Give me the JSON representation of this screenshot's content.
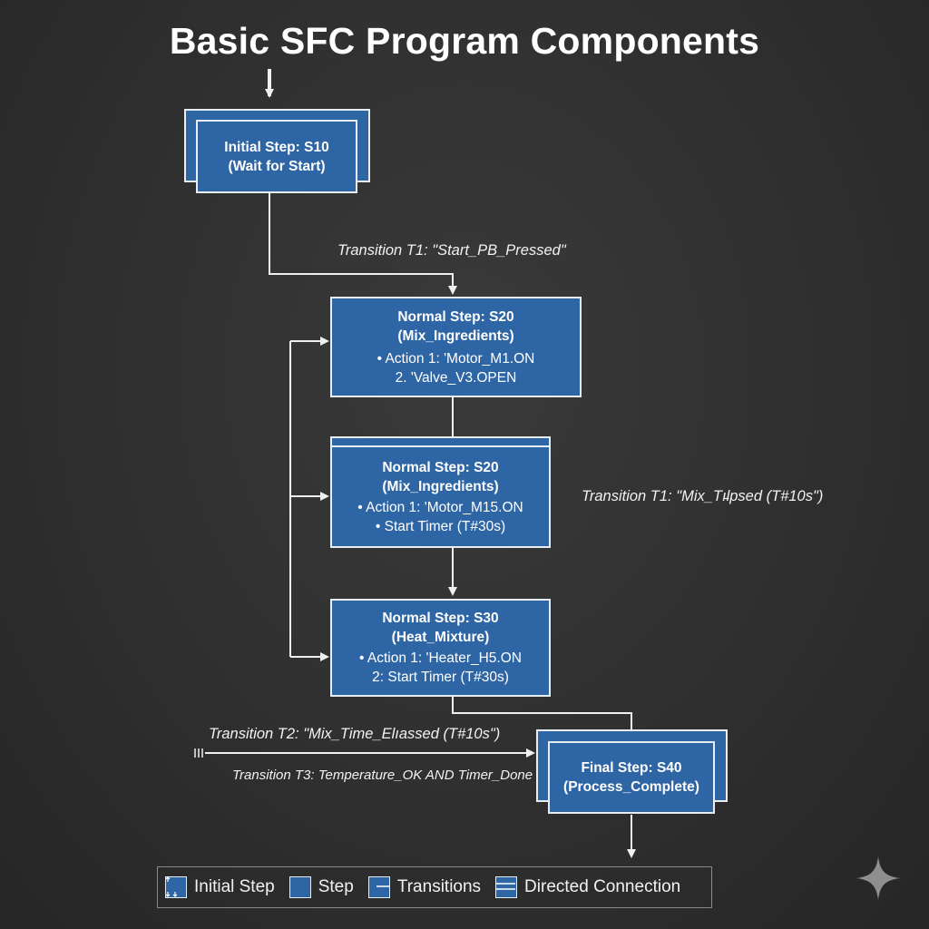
{
  "title": "Basic SFC Program Components",
  "steps": {
    "s10": {
      "name": "Initial Step: S10",
      "line2": "(Wait for Start)"
    },
    "s20a": {
      "name": "Normal Step: S20",
      "line2": "(Mix_Ingredients)",
      "actions": [
        "• Action 1: 'Motor_M1.ON",
        "2. 'Valve_V3.OPEN"
      ]
    },
    "s20b": {
      "name": "Normal Step: S20",
      "line2": "(Mix_Ingredients)",
      "actions": [
        "• Action 1: 'Motor_M15.ON",
        "• Start Timer (T#30s)"
      ]
    },
    "s30": {
      "name": "Normal Step: S30",
      "line2": "(Heat_Mixture)",
      "actions": [
        "• Action 1: 'Heater_H5.ON",
        "2: Start Timer (T#30s)"
      ]
    },
    "s40": {
      "name": "Final Step: S40",
      "line2": "(Process_Complete)"
    }
  },
  "transitions": {
    "t1_top": "Transition T1: \"Start_PB_Pressed\"",
    "t1_right": "Transition T1: \"Mix_Tı̵lpsed (T#10s\")",
    "t2": "Transition T2: \"Mix_Time_Elıassed (T#10s\")",
    "t3": "Transition T3: Temperature_OK AND Timer_Done"
  },
  "legend": {
    "initial_step": "Initial Step",
    "step": "Step",
    "transitions": "Transitions",
    "directed_connection": "Directed Connection"
  },
  "colors": {
    "step_fill": "#2e65a5",
    "outline": "#e9eef5",
    "background": "#2f2f2f"
  },
  "icons": [
    "down-arrow-icon",
    "sparkle-icon"
  ]
}
